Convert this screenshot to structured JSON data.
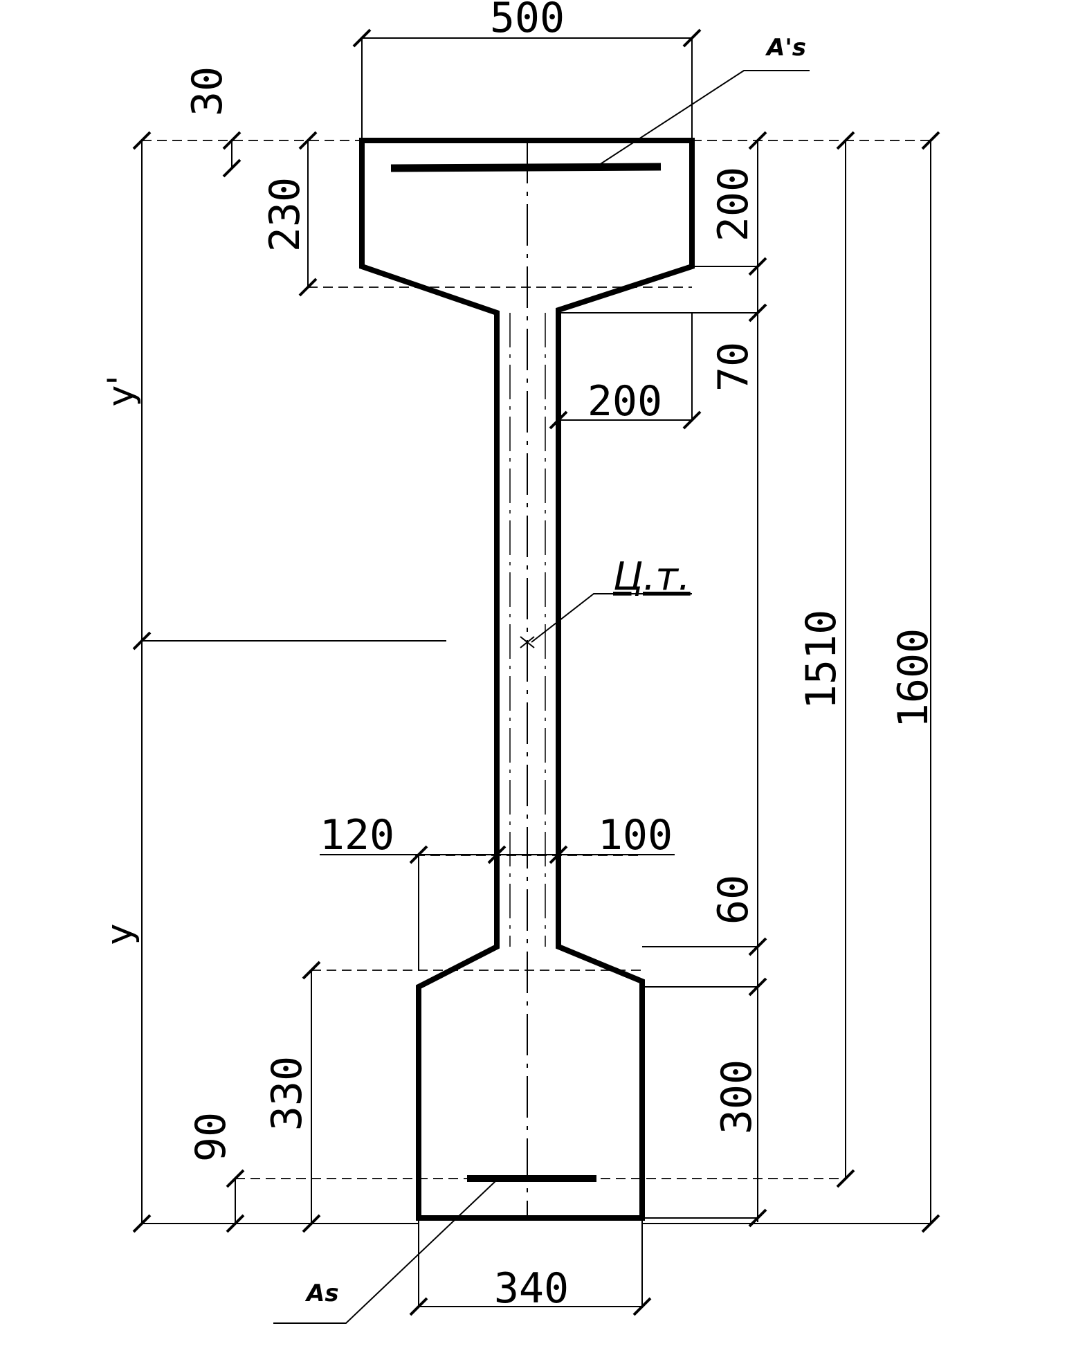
{
  "labels": {
    "top_reinforcement": "A's",
    "bottom_reinforcement": "As",
    "centroid": "Ц.т.",
    "y_upper": "y'",
    "y_lower": "y"
  },
  "dimensions": {
    "top_width": "500",
    "bottom_width": "340",
    "top_cover": "30",
    "top_flange_left": "230",
    "top_flange_right": "200",
    "top_haunch": "70",
    "top_haunch_width": "200",
    "web_left": "120",
    "web_right": "100",
    "bottom_haunch": "60",
    "bottom_flange_right": "300",
    "bottom_flange_left": "330",
    "bottom_cover": "90",
    "effective_depth": "1510",
    "total_height": "1600"
  }
}
